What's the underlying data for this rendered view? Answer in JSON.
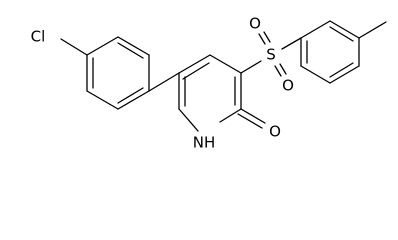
{
  "molecule": {
    "atoms": {
      "chlorine": "Cl",
      "sulfur": "S",
      "sulfonyl_oxygen_upper": "O",
      "sulfonyl_oxygen_lower": "O",
      "ring_nitrogen": "NH",
      "carbonyl_oxygen": "O"
    },
    "colors": {
      "bond": "#000000",
      "label": "#000000",
      "background": "#ffffff"
    }
  }
}
